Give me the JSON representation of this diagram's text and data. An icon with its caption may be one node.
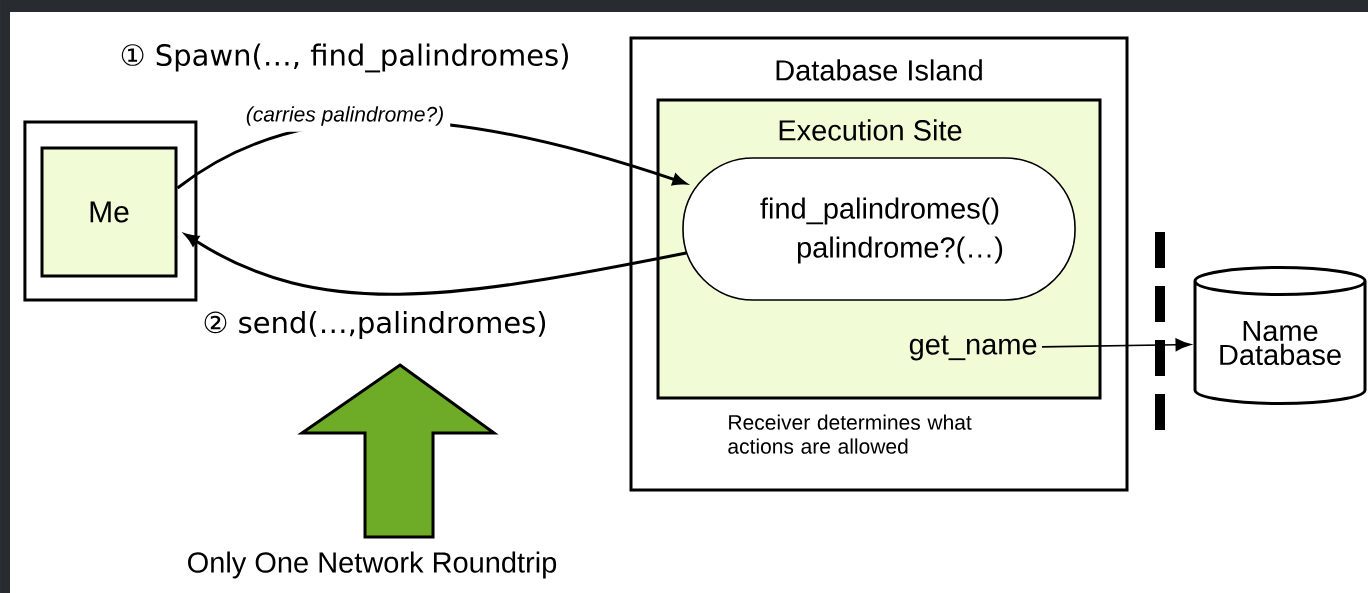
{
  "diagram": {
    "nodes": [
      {
        "text": [],
        "shape": "box"
      },
      {
        "text": [
          "Me"
        ],
        "in": 0
      },
      {
        "text": [
          "Database Island",
          "Receiver determines what actions are allowed"
        ]
      },
      {
        "text": [
          "Execution Site"
        ],
        "in": 2
      },
      {
        "text": [
          "find_palindromes()",
          "palindrome?(…)"
        ],
        "in": 3
      },
      {
        "text": [
          "get_name"
        ],
        "in": 3
      },
      {
        "text": [
          "Name Database"
        ]
      }
    ],
    "edges": [
      {
        "from": 1,
        "to": 4,
        "arrow": "to",
        "label": "(carries palindrome?)"
      },
      {
        "from": 4,
        "to": 1,
        "arrow": "to"
      },
      {
        "from": 5,
        "to": 6,
        "arrow": "to"
      }
    ],
    "labels": [
      "① Spawn(…, find_palindromes)",
      "② send(…,palindromes)",
      "Only One Network Roundtrip"
    ]
  }
}
